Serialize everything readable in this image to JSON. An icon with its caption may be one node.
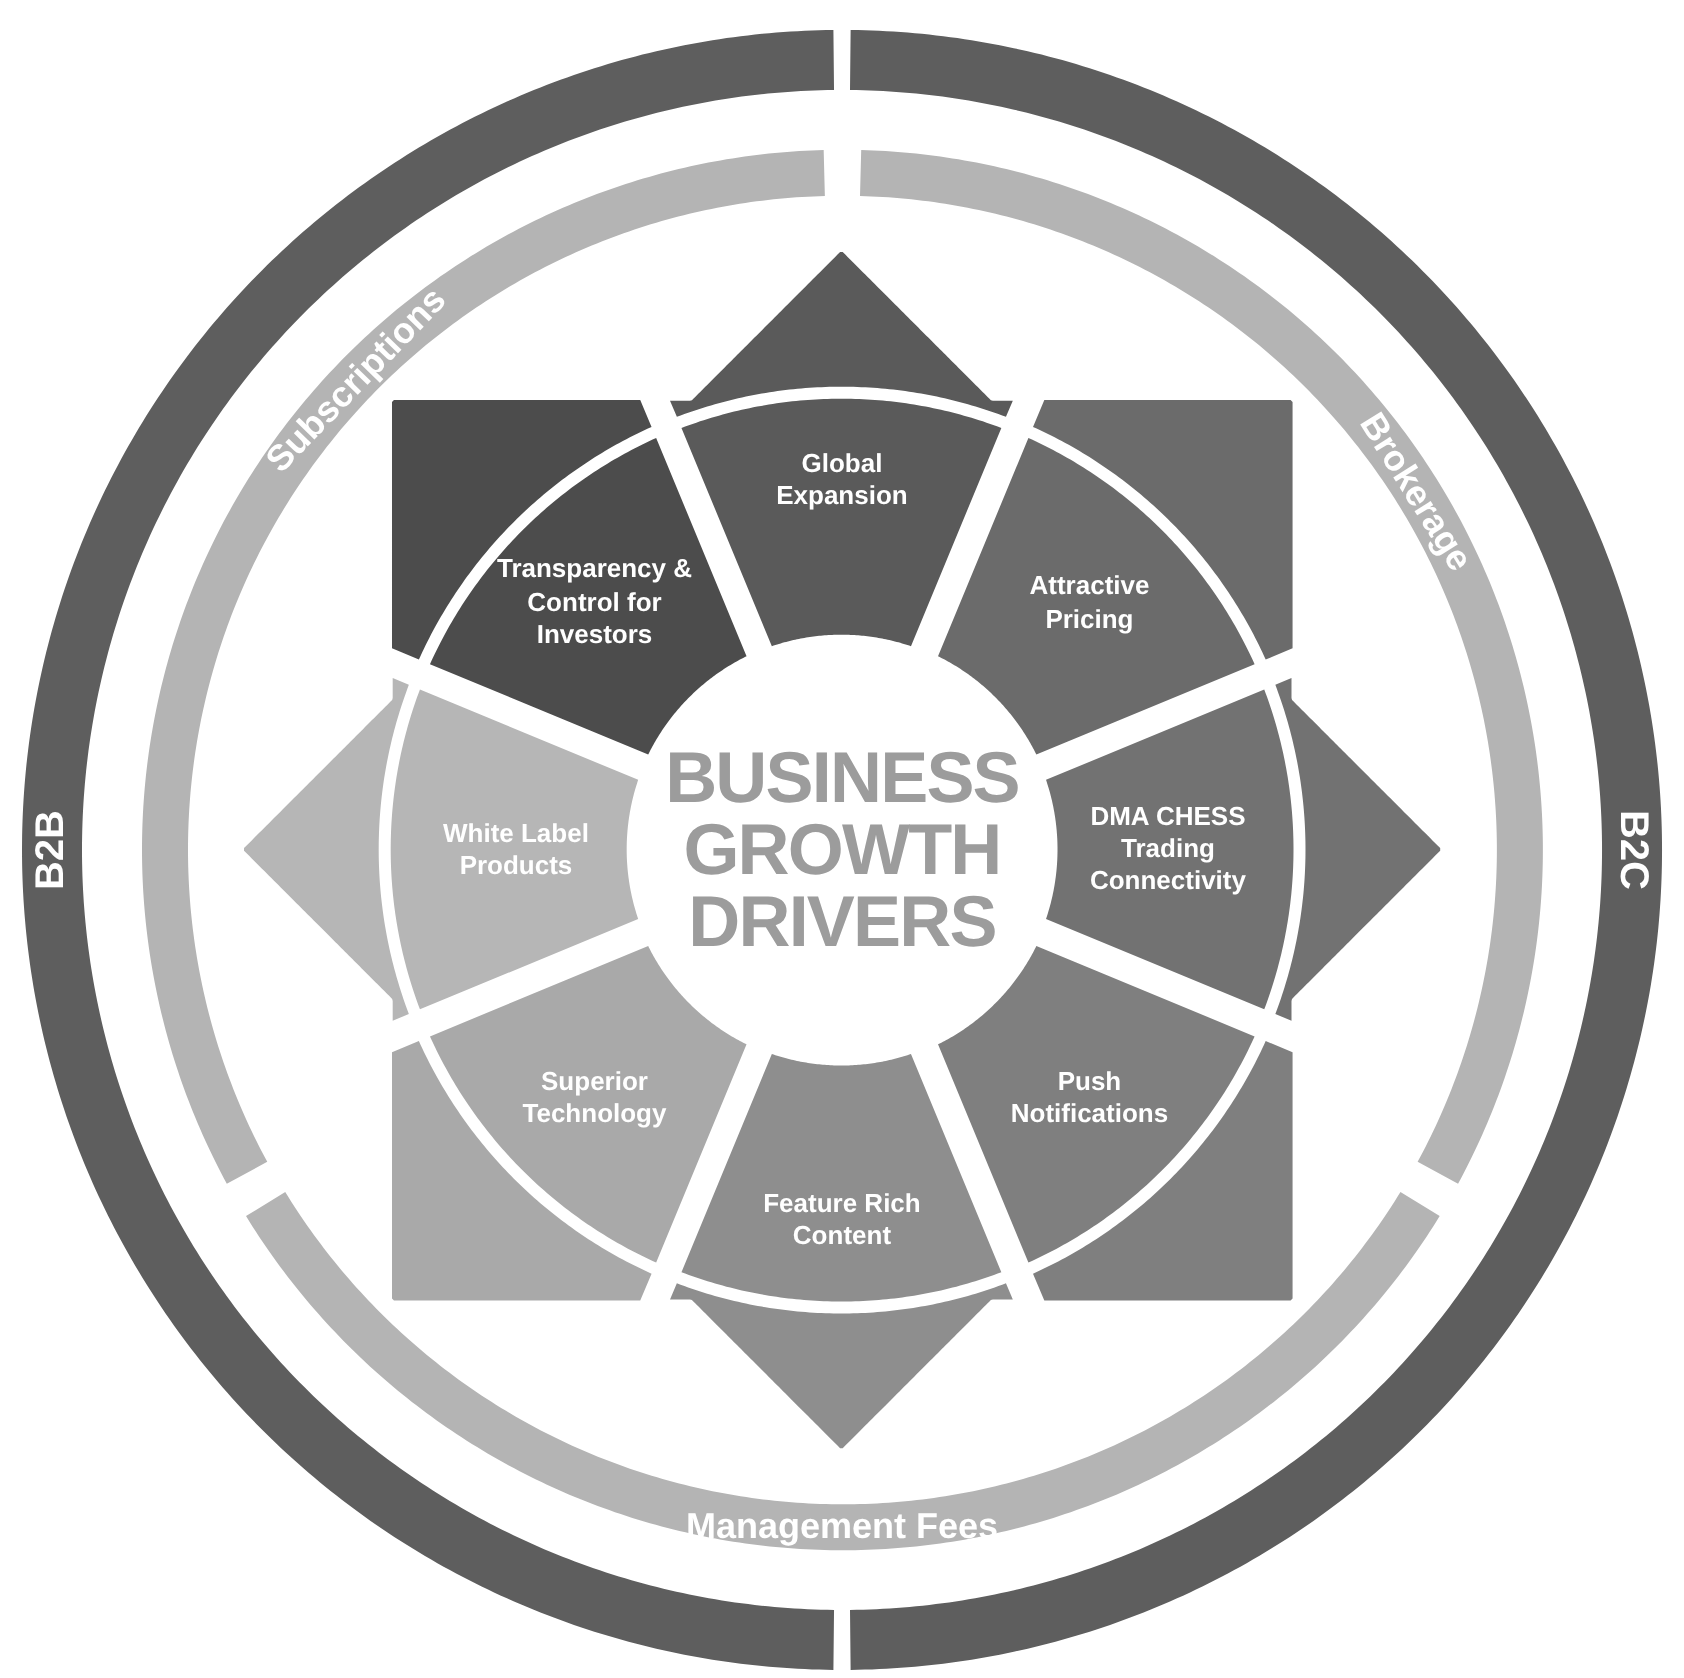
{
  "diagram": {
    "nodes": [
      {
        "text": [
          "B2B"
        ]
      },
      {
        "text": [
          "B2C"
        ]
      },
      {
        "text": [
          "Subscriptions"
        ]
      },
      {
        "text": [
          "Brokerage"
        ]
      },
      {
        "text": [
          "Management Fees"
        ]
      },
      {
        "text": [
          "Global Expansion"
        ]
      },
      {
        "text": [
          "Attractive Pricing"
        ]
      },
      {
        "text": [
          "DMA CHESS Trading Connectivity"
        ]
      },
      {
        "text": [
          "Push Notifications"
        ]
      },
      {
        "text": [
          "Feature Rich Content"
        ]
      },
      {
        "text": [
          "Superior Technology"
        ]
      },
      {
        "text": [
          "White Label Products"
        ]
      },
      {
        "text": [
          "Transparency & Control for Investors"
        ]
      },
      {
        "text": [
          "BUSINESS GROWTH DRIVERS"
        ]
      }
    ]
  }
}
